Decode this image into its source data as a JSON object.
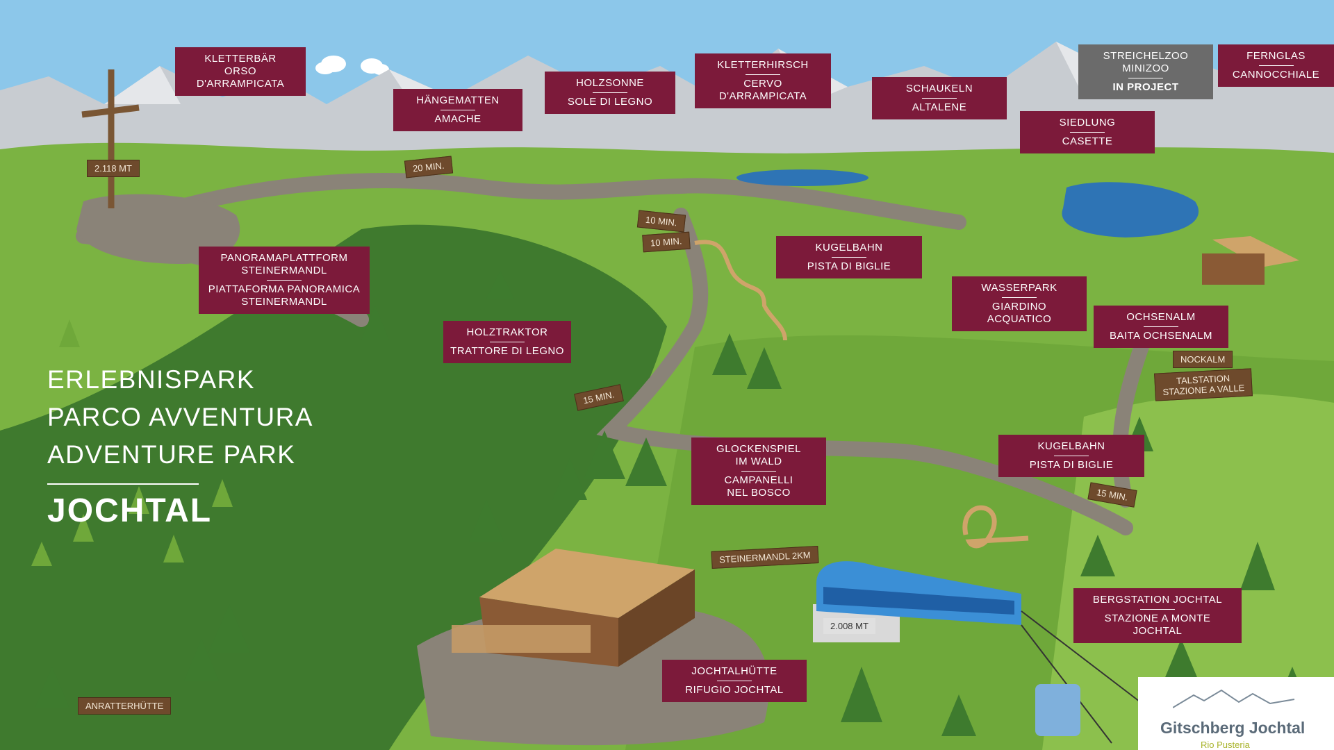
{
  "title": {
    "line1": "ERLEBNISPARK",
    "line2": "PARCO AVVENTURA",
    "line3": "ADVENTURE PARK",
    "main": "JOCHTAL"
  },
  "labels": {
    "kletterbaer": {
      "de": "KLETTERBÄR",
      "it": "ORSO D'ARRAMPICATA"
    },
    "haengematten": {
      "de": "HÄNGEMATTEN",
      "it": "AMACHE"
    },
    "holzsonne": {
      "de": "HOLZSONNE",
      "it": "SOLE DI LEGNO"
    },
    "kletterhirsch": {
      "de": "KLETTERHIRSCH",
      "it": "CERVO D'ARRAMPICATA"
    },
    "schaukeln": {
      "de": "SCHAUKELN",
      "it": "ALTALENE"
    },
    "streichelzoo": {
      "de": "STREICHELZOO",
      "it": "MINIZOO",
      "status": "IN PROJECT"
    },
    "fernglas": {
      "de": "FERNGLAS",
      "it": "CANNOCCHIALE"
    },
    "siedlung": {
      "de": "SIEDLUNG",
      "it": "CASETTE"
    },
    "panoramaplattform": {
      "de": "PANORAMAPLATTFORM",
      "de2": "STEINERMANDL",
      "it": "PIATTAFORMA PANORAMICA",
      "it2": "STEINERMANDL"
    },
    "kugelbahn1": {
      "de": "KUGELBAHN",
      "it": "PISTA DI BIGLIE"
    },
    "wasserpark": {
      "de": "WASSERPARK",
      "it": "GIARDINO ACQUATICO"
    },
    "holztraktor": {
      "de": "HOLZTRAKTOR",
      "it": "TRATTORE DI LEGNO"
    },
    "ochsenalm": {
      "de": "OCHSENALM",
      "it": "BAITA OCHSENALM"
    },
    "glockenspiel": {
      "de": "GLOCKENSPIEL",
      "de2": "IM WALD",
      "it": "CAMPANELLI",
      "it2": "NEL BOSCO"
    },
    "kugelbahn2": {
      "de": "KUGELBAHN",
      "it": "PISTA DI BIGLIE"
    },
    "bergstation": {
      "de": "BERGSTATION JOCHTAL",
      "it": "STAZIONE A MONTE JOCHTAL"
    },
    "jochtalhuette": {
      "de": "JOCHTALHÜTTE",
      "it": "RIFUGIO JOCHTAL"
    }
  },
  "signs": {
    "summit_altitude": "2.118 MT",
    "min20": "20 MIN.",
    "min10a": "10 MIN.",
    "min10b": "10 MIN.",
    "min15a": "15 MIN.",
    "min15b": "15 MIN.",
    "nockalm": "NOCKALM",
    "talstation_de": "TALSTATION",
    "talstation_it": "STAZIONE A VALLE",
    "steinermandl": "STEINERMANDL 2KM",
    "station_altitude": "2.008 MT",
    "anratterhuette": "ANRATTERHÜTTE"
  },
  "logo": {
    "name": "Gitschberg Jochtal",
    "sub": "Rio Pusteria"
  },
  "colors": {
    "label_bg": "#7c1a3a",
    "label_grey": "#6b6b6b",
    "grass": "#6fa83a",
    "grass_dark": "#3f7a2e",
    "path": "#8a8378",
    "sky": "#8cc7ea",
    "mountain": "#c8ccd1"
  }
}
